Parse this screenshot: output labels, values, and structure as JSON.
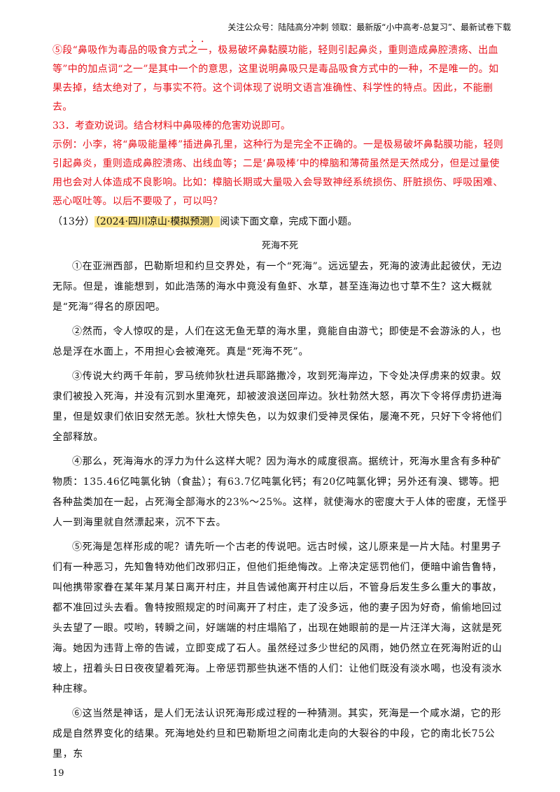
{
  "header": {
    "text": "关注公众号：陆陆高分冲刺   领取：最新版“小中高考-总复习”、最新试卷下载"
  },
  "answer": {
    "q32_pre": "⑤段“鼻吸作为毒品的吸食方式",
    "q32_dotted": "之一",
    "q32_post": "，极易破坏鼻黏膜功能，轻则引起鼻炎，重则造成鼻腔溃疡、出血等”中的加点词“之一”是其中一个的意思，这里说明鼻吸只是毒品吸食方式中的一种，不是唯一的。如果去掉，结太绝对了，与事实不符。这个词体现了说明文语言准确性、科学性的特点。因此，不能删去。",
    "q33": "33．考查劝说词。结合材料中鼻吸棒的危害劝说即可。",
    "example": "示例：小李，将“鼻吸能量棒”插进鼻孔里，这种行为是完全不正确的。一是极易破坏鼻黏膜功能，轻则引起鼻炎，重则造成鼻腔溃疡、出线血等；二是‘鼻吸棒’中的樟脑和薄荷虽然是天然成分，但是过量使用也会对人体造成不良影响。比如：樟脑长期或大量吸入会导致神经系统损伤、肝脏损伤、呼吸困难、恶心呕吐等。以后不要吸了，可以吗？"
  },
  "task": {
    "score": "（13分）",
    "source": "（2024·四川凉山·模拟预测）",
    "instruction": "阅读下面文章，完成下面小题。"
  },
  "article": {
    "title": "死海不死",
    "paragraphs": [
      "①在亚洲西部，巴勒斯坦和约旦交界处，有一个“死海”。远远望去，死海的波涛此起彼伏，无边无际。但是，谁能想到，如此浩荡的海水中竟没有鱼虾、水草，甚至连海边也寸草不生？这大概就是“死海”得名的原因吧。",
      "②然而，令人惊叹的是，人们在这无鱼无草的海水里，竟能自由游弋；即使是不会游泳的人，也总是浮在水面上，不用担心会被淹死。真是“死海不死”。",
      "③传说大约两千年前，罗马统帅狄杜进兵耶路撒冷，攻到死海岸边，下令处决俘虏来的奴隶。奴隶们被投入死海，并没有沉到水里淹死，却被波浪送回岸边。狄杜勃然大怒，再次下令将俘虏扔进海里，但是奴隶们依旧安然无恙。狄杜大惊失色，以为奴隶们受神灵保佑，屡淹不死，只好下令将他们全部释放。",
      "④那么，死海海水的浮力为什么这样大呢？因为海水的咸度很高。据统计，死海水里含有多种矿物质：135.46亿吨氯化钠（食盐）；有63.7亿吨氯化钙；有20亿吨氯化钾；另外还有溴、锶等。把各种盐类加在一起，占死海全部海水的23%～25%。这样，就使海水的密度大于人体的密度，无怪乎人一到海里就自然漂起来，沉不下去。",
      "⑤死海是怎样形成的呢？请先听一个古老的传说吧。远古时候，这儿原来是一片大陆。村里男子们有一种恶习，先知鲁特劝他们改邪归正，但他们拒绝悔改。上帝决定惩罚他们，便暗中谕告鲁特，叫他携带家眷在某年某月某日离开村庄，并且告诫他离开村庄以后，不管身后发生多么重大的事故，都不准回过头去看。鲁特按照规定的时间离开了村庄，走了没多远，他的妻子因为好奇，偷偷地回过头去望了一眼。哎哟，转瞬之间，好端端的村庄塌陷了，出现在她眼前的是一片汪洋大海，这就是死海。她因为违背上帝的告诫，立即变成了石人。虽然经过多少世纪的风雨，她仍然立在死海附近的山坡上，扭着头日日夜夜望着死海。上帝惩罚那些执迷不悟的人们：让他们既没有淡水喝，也没有淡水种庄稼。",
      "⑥这当然是神话，是人们无法认识死海形成过程的一种猜测。其实，死海是一个咸水湖，它的形成是自然界变化的结果。死海地处约旦和巴勒斯坦之间南北走向的大裂谷的中段，它的南北长75公里，东"
    ]
  },
  "footer": {
    "page_number": "19"
  }
}
